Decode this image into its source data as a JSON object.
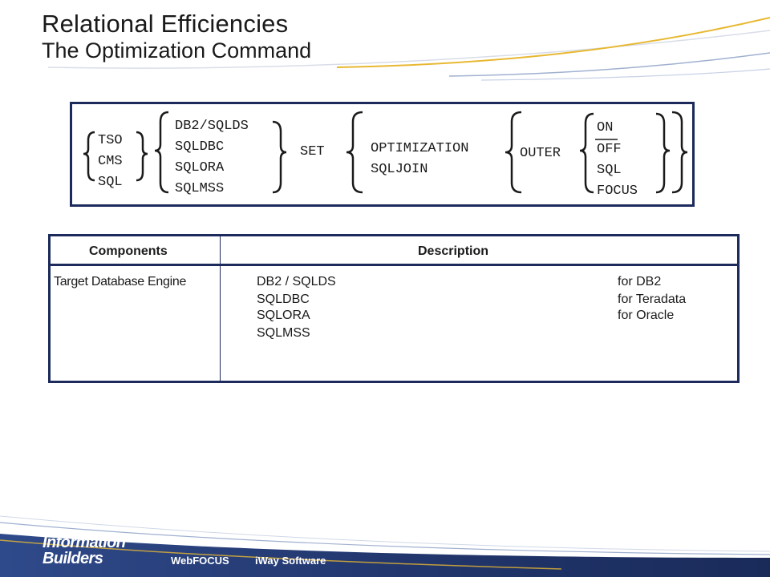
{
  "title": "Relational Efficiencies",
  "subtitle": "The Optimization Command",
  "syntax": {
    "group1": [
      "TSO",
      "CMS",
      "SQL"
    ],
    "group2": [
      "DB2/SQLDS",
      "SQLDBC",
      "SQLORA",
      "SQLMSS"
    ],
    "set": "SET",
    "group3": [
      "OPTIMIZATION",
      "SQLJOIN"
    ],
    "outer": "OUTER",
    "group4": [
      "ON",
      "OFF",
      "SQL",
      "FOCUS"
    ]
  },
  "table": {
    "headers": [
      "Components",
      "Description"
    ],
    "component": "Target Database Engine",
    "engines": [
      "DB2 / SQLDS",
      "SQLDBC",
      "SQLORA",
      "SQLMSS"
    ],
    "targets": [
      "for DB2",
      "for Teradata",
      "for Oracle"
    ]
  },
  "footer": {
    "logo_line1": "Information",
    "logo_line2": "Builders",
    "product1": "WebFOCUS",
    "product2": "iWay Software"
  },
  "colors": {
    "frame": "#1c2a5c",
    "footer": "#2a3f78",
    "accent": "#e8b832"
  }
}
